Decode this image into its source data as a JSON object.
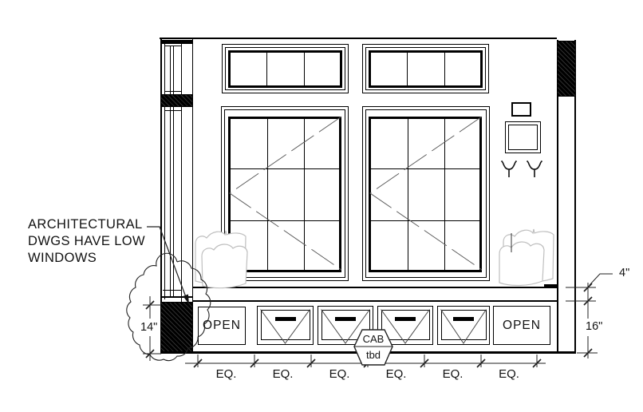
{
  "drawing": {
    "annotation_note": {
      "line1": "ARCHITECTURAL",
      "line2": "DWGS HAVE LOW",
      "line3": "WINDOWS"
    },
    "cabinet_row": {
      "open_left_label": "OPEN",
      "open_right_label": "OPEN",
      "tag": {
        "top": "CAB",
        "bottom": "tbd"
      }
    },
    "dimensions": {
      "left_wall_height": "14\"",
      "sill_band": "4\"",
      "cabinet_height": "16\"",
      "equal_spacing": [
        "EQ.",
        "EQ.",
        "EQ.",
        "EQ.",
        "EQ.",
        "EQ."
      ]
    },
    "symbols": {
      "outlet_box": "junction-box-icon",
      "panel_box": "panel-box-icon",
      "sconces": [
        "sconce-icon",
        "sconce-icon"
      ],
      "revision_cloud": "revision-cloud",
      "cabinet_tag_shape": "hexagon-tag"
    },
    "colors": {
      "line": "#000000",
      "swing": "#5a5a5a",
      "fabric": "#bfbfbf",
      "hatch": "#141414"
    }
  }
}
